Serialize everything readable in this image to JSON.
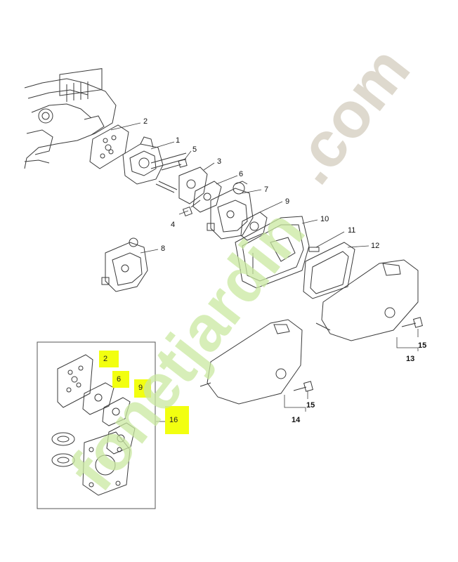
{
  "callouts": {
    "c1": "1",
    "c2": "2",
    "c3": "3",
    "c4": "4",
    "c5": "5",
    "c6": "6",
    "c7": "7",
    "c8": "8",
    "c9": "9",
    "c10": "10",
    "c11": "11",
    "c12": "12",
    "c13": "13",
    "c14": "14",
    "c15a": "15",
    "c15b": "15"
  },
  "inset": {
    "h2": "2",
    "h6": "6",
    "h9": "9",
    "h16": "16"
  },
  "watermark": {
    "text": "fonetjardin.com",
    "green": "#c9e8a0",
    "tan": "#d6cfc2"
  },
  "colors": {
    "line": "#2a2a2a",
    "highlight": "#f2ff10"
  }
}
